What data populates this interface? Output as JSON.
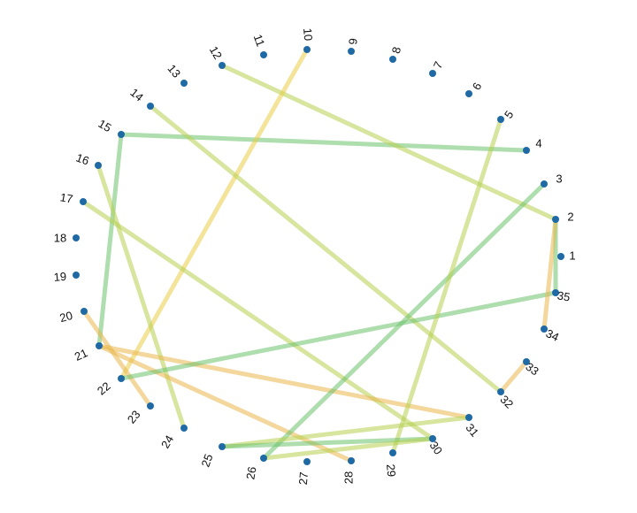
{
  "colors": {
    "node": "#1f6aa5",
    "edge_green": "#6cc16c",
    "edge_yellow_green": "#b7cf4e",
    "edge_yellow": "#e9cd45",
    "edge_orange": "#e9b64a"
  },
  "nodes": [
    {
      "id": "1",
      "label": "1"
    },
    {
      "id": "2",
      "label": "2"
    },
    {
      "id": "3",
      "label": "3"
    },
    {
      "id": "4",
      "label": "4"
    },
    {
      "id": "5",
      "label": "5"
    },
    {
      "id": "6",
      "label": "6"
    },
    {
      "id": "7",
      "label": "7"
    },
    {
      "id": "8",
      "label": "8"
    },
    {
      "id": "9",
      "label": "9"
    },
    {
      "id": "10",
      "label": "10"
    },
    {
      "id": "11",
      "label": "11"
    },
    {
      "id": "12",
      "label": "12"
    },
    {
      "id": "13",
      "label": "13"
    },
    {
      "id": "14",
      "label": "14"
    },
    {
      "id": "15",
      "label": "15"
    },
    {
      "id": "16",
      "label": "16"
    },
    {
      "id": "17",
      "label": "17"
    },
    {
      "id": "18",
      "label": "18"
    },
    {
      "id": "19",
      "label": "19"
    },
    {
      "id": "20",
      "label": "20"
    },
    {
      "id": "21",
      "label": "21"
    },
    {
      "id": "22",
      "label": "22"
    },
    {
      "id": "23",
      "label": "23"
    },
    {
      "id": "24",
      "label": "24"
    },
    {
      "id": "25",
      "label": "25"
    },
    {
      "id": "26",
      "label": "26"
    },
    {
      "id": "27",
      "label": "27"
    },
    {
      "id": "28",
      "label": "28"
    },
    {
      "id": "29",
      "label": "29"
    },
    {
      "id": "30",
      "label": "30"
    },
    {
      "id": "31",
      "label": "31"
    },
    {
      "id": "32",
      "label": "32"
    },
    {
      "id": "33",
      "label": "33"
    },
    {
      "id": "34",
      "label": "34"
    },
    {
      "id": "35",
      "label": "35"
    }
  ],
  "edges": [
    {
      "source": "15",
      "target": "4",
      "color": "edge_green"
    },
    {
      "source": "15",
      "target": "21",
      "color": "edge_green"
    },
    {
      "source": "12",
      "target": "2",
      "color": "edge_yellow_green"
    },
    {
      "source": "10",
      "target": "22",
      "color": "edge_yellow"
    },
    {
      "source": "14",
      "target": "32",
      "color": "edge_yellow_green"
    },
    {
      "source": "16",
      "target": "24",
      "color": "edge_yellow_green"
    },
    {
      "source": "17",
      "target": "30",
      "color": "edge_yellow_green"
    },
    {
      "source": "20",
      "target": "23",
      "color": "edge_orange"
    },
    {
      "source": "21",
      "target": "31",
      "color": "edge_orange"
    },
    {
      "source": "21",
      "target": "28",
      "color": "edge_orange"
    },
    {
      "source": "22",
      "target": "35",
      "color": "edge_green"
    },
    {
      "source": "3",
      "target": "26",
      "color": "edge_green"
    },
    {
      "source": "5",
      "target": "29",
      "color": "edge_yellow_green"
    },
    {
      "source": "2",
      "target": "35",
      "color": "edge_green"
    },
    {
      "source": "2",
      "target": "34",
      "color": "edge_orange"
    },
    {
      "source": "33",
      "target": "32",
      "color": "edge_orange"
    },
    {
      "source": "25",
      "target": "31",
      "color": "edge_yellow_green"
    },
    {
      "source": "25",
      "target": "30",
      "color": "edge_green"
    },
    {
      "source": "26",
      "target": "30",
      "color": "edge_yellow_green"
    }
  ]
}
